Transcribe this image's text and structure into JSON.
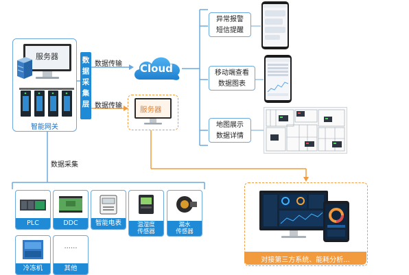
{
  "left_panel": {
    "server_label": "服务器",
    "gateway_label": "智能网关"
  },
  "collection_layer": {
    "chars": [
      "数",
      "据",
      "采",
      "集",
      "层"
    ]
  },
  "arrows": {
    "transfer_top": "数据传输",
    "transfer_bottom": "数据传输",
    "data_collect": "数据采集"
  },
  "cloud": {
    "label": "Cloud"
  },
  "local_server": {
    "label": "服务器"
  },
  "right_items": [
    {
      "line1": "异常报警",
      "line2": "短信提醒"
    },
    {
      "line1": "移动端查看",
      "line2": "数据图表"
    },
    {
      "line1": "地图展示",
      "line2": "数据详情"
    }
  ],
  "devices": [
    {
      "label": "PLC"
    },
    {
      "label": "DDC"
    },
    {
      "label": "智能电表"
    },
    {
      "line1": "温湿度",
      "line2": "传感器"
    },
    {
      "line1": "漏水",
      "line2": "传感器"
    },
    {
      "label": "冷冻机"
    },
    {
      "label": "其他"
    }
  ],
  "other_dots": "......",
  "third_party": {
    "caption": "对接第三方系统、能耗分析..."
  },
  "colors": {
    "accent_blue": "#1f8ad6",
    "line_blue": "#6aa8de",
    "accent_orange": "#f19a3e"
  }
}
